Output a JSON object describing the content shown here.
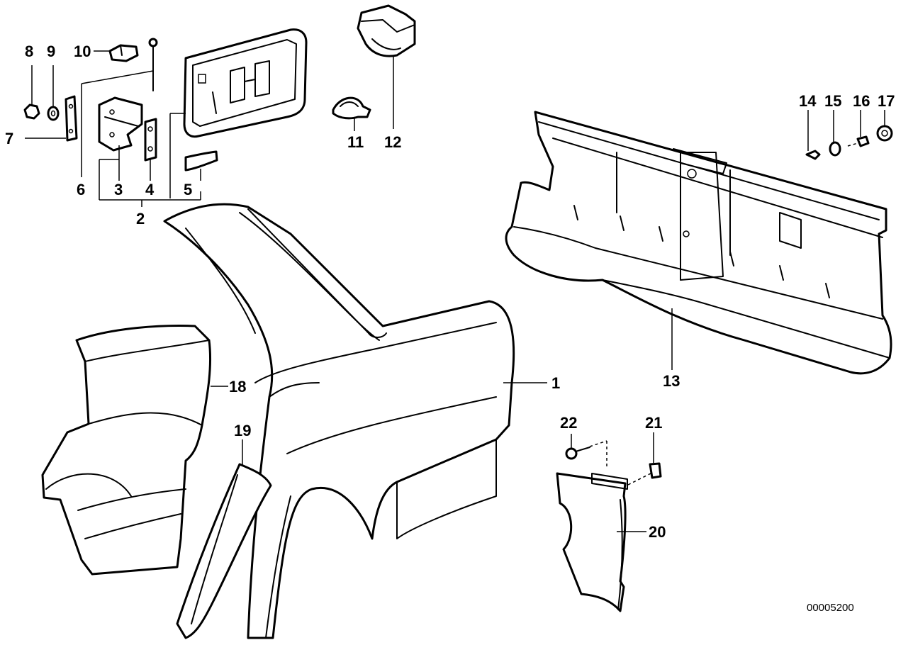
{
  "callouts": {
    "c1": "1",
    "c2": "2",
    "c3": "3",
    "c4": "4",
    "c5": "5",
    "c6": "6",
    "c7": "7",
    "c8": "8",
    "c9": "9",
    "c10": "10",
    "c11": "11",
    "c12": "12",
    "c13": "13",
    "c14": "14",
    "c15": "15",
    "c16": "16",
    "c17": "17",
    "c18": "18",
    "c19": "19",
    "c20": "20",
    "c21": "21",
    "c22": "22"
  },
  "diagram_number": "00005200",
  "colors": {
    "line": "#000000",
    "background": "#ffffff"
  }
}
